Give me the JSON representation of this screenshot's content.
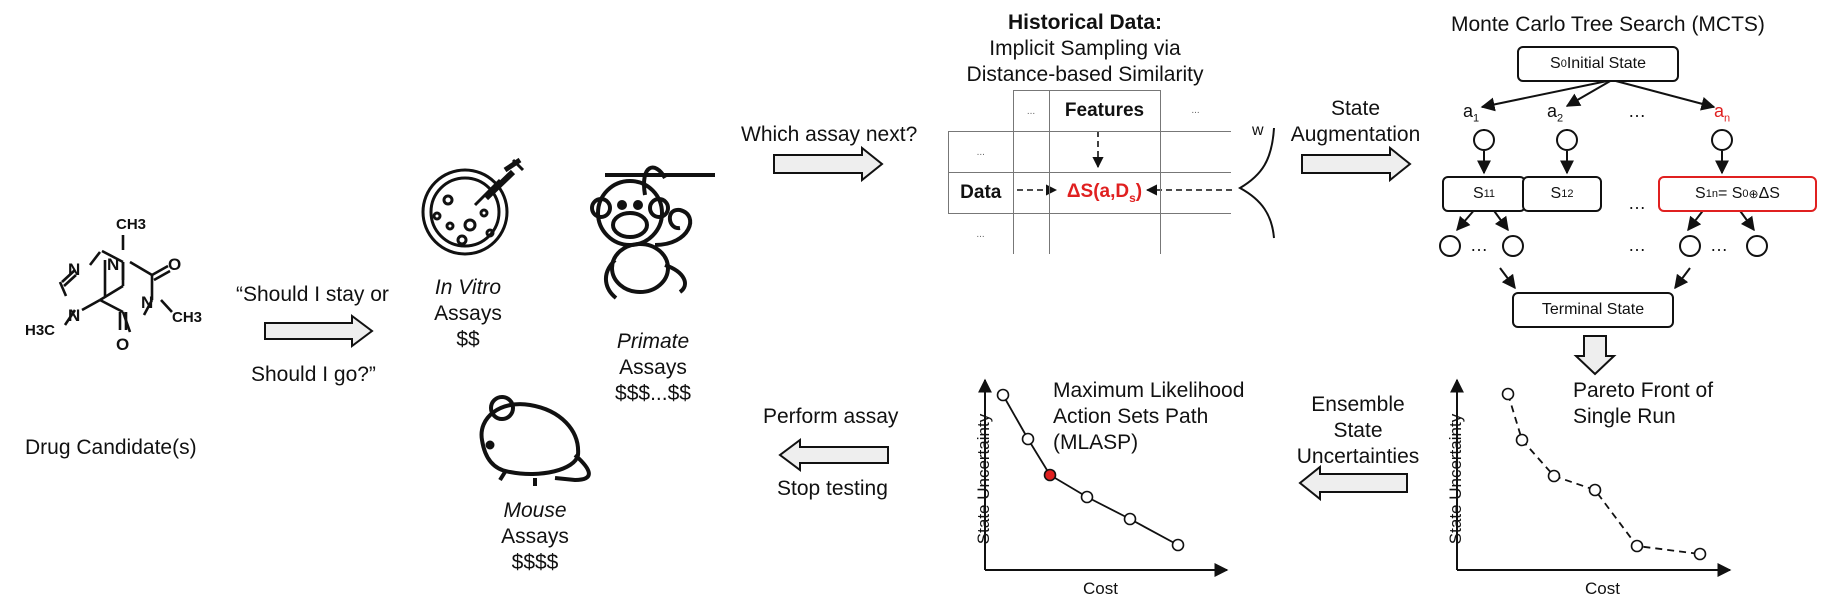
{
  "drug": {
    "caption": "Drug Candidate(s)",
    "atoms": {
      "ch3_top": "CH3",
      "ch3_right": "CH3",
      "h3c_left": "H3C",
      "n1": "N",
      "n2": "N",
      "n3": "N",
      "n4": "N",
      "o1": "O",
      "o2": "O"
    }
  },
  "question": {
    "line1": "“Should I stay or",
    "line2": "Should I go?”"
  },
  "in_vitro": {
    "name": "In Vitro",
    "label": "Assays",
    "cost": "$$"
  },
  "primate": {
    "name": "Primate",
    "label": "Assays",
    "cost": "$$$...$$"
  },
  "mouse": {
    "name": "Mouse",
    "label": "Assays",
    "cost": "$$$$"
  },
  "which_assay": "Which assay next?",
  "historical": {
    "title": "Historical Data:",
    "line2": "Implicit Sampling via",
    "line3": "Distance-based Similarity",
    "features": "Features",
    "data": "Data",
    "delta_main": "ΔS(a,D",
    "delta_sub": "s",
    "delta_close": ")",
    "w": "w",
    "ellipsis": "..."
  },
  "state_aug": {
    "line1": "State",
    "line2": "Augmentation"
  },
  "mcts": {
    "title": "Monte Carlo Tree Search (MCTS)",
    "initial": {
      "s": "S",
      "sub": "0",
      "rest": " Initial State"
    },
    "a1": {
      "a": "a",
      "sub": "1"
    },
    "a2": {
      "a": "a",
      "sub": "2"
    },
    "an": {
      "a": "a",
      "sub": "n"
    },
    "s11": {
      "s": "S",
      "sub": "11"
    },
    "s12": {
      "s": "S",
      "sub": "12"
    },
    "s1n": {
      "s": "S",
      "sub": "1n",
      "mid": " = S",
      "sub2": "0",
      "op": " ⊕ ",
      "rest": "ΔS"
    },
    "dots": "…",
    "terminal": "Terminal State"
  },
  "pareto": {
    "line1": "Pareto Front of",
    "line2": "Single Run",
    "ylabel": "State Uncertainty",
    "xlabel": "Cost"
  },
  "ensemble": {
    "line1": "Ensemble",
    "line2": "State",
    "line3": "Uncertainties"
  },
  "mlasp": {
    "line1": "Maximum Likelihood",
    "line2": "Action Sets Path",
    "line3": "(MLASP)",
    "ylabel": "State Uncertainty",
    "xlabel": "Cost"
  },
  "perform": {
    "line1": "Perform assay",
    "line2": "Stop testing"
  },
  "colors": {
    "accent_red": "#e02020",
    "arrow_fill": "#eeeeee"
  }
}
